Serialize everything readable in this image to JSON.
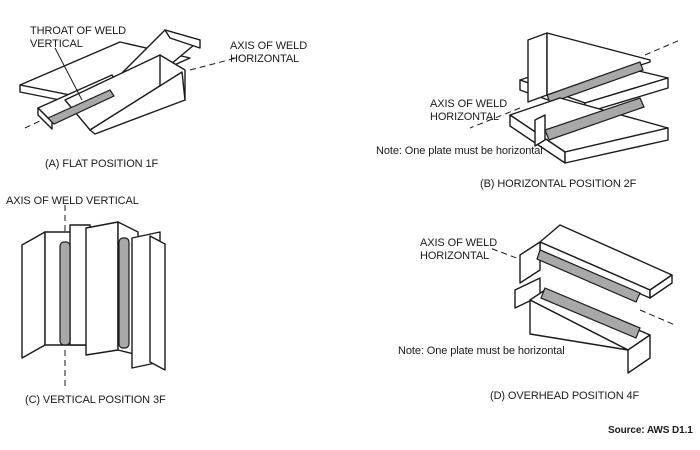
{
  "figure": {
    "panel_a": {
      "throat_label": "THROAT OF WELD\nVERTICAL",
      "axis_label": "AXIS OF WELD\nHORIZONTAL",
      "caption": "(A) FLAT POSITION 1F"
    },
    "panel_b": {
      "axis_label": "AXIS OF WELD\nHORIZONTAL",
      "note": "Note:  One plate must be horizontal",
      "caption": "(B) HORIZONTAL POSITION 2F"
    },
    "panel_c": {
      "axis_label": "AXIS OF WELD VERTICAL",
      "caption": "(C) VERTICAL POSITION 3F"
    },
    "panel_d": {
      "axis_label": "AXIS OF WELD\nHORIZONTAL",
      "note": "Note:  One plate must be horizontal",
      "caption": "(D) OVERHEAD POSITION 4F"
    },
    "source": "Source: AWS D1.1",
    "colors": {
      "line": "#1a1a1a",
      "weld_bead": "#a8a8a8",
      "background": "#ffffff"
    }
  }
}
